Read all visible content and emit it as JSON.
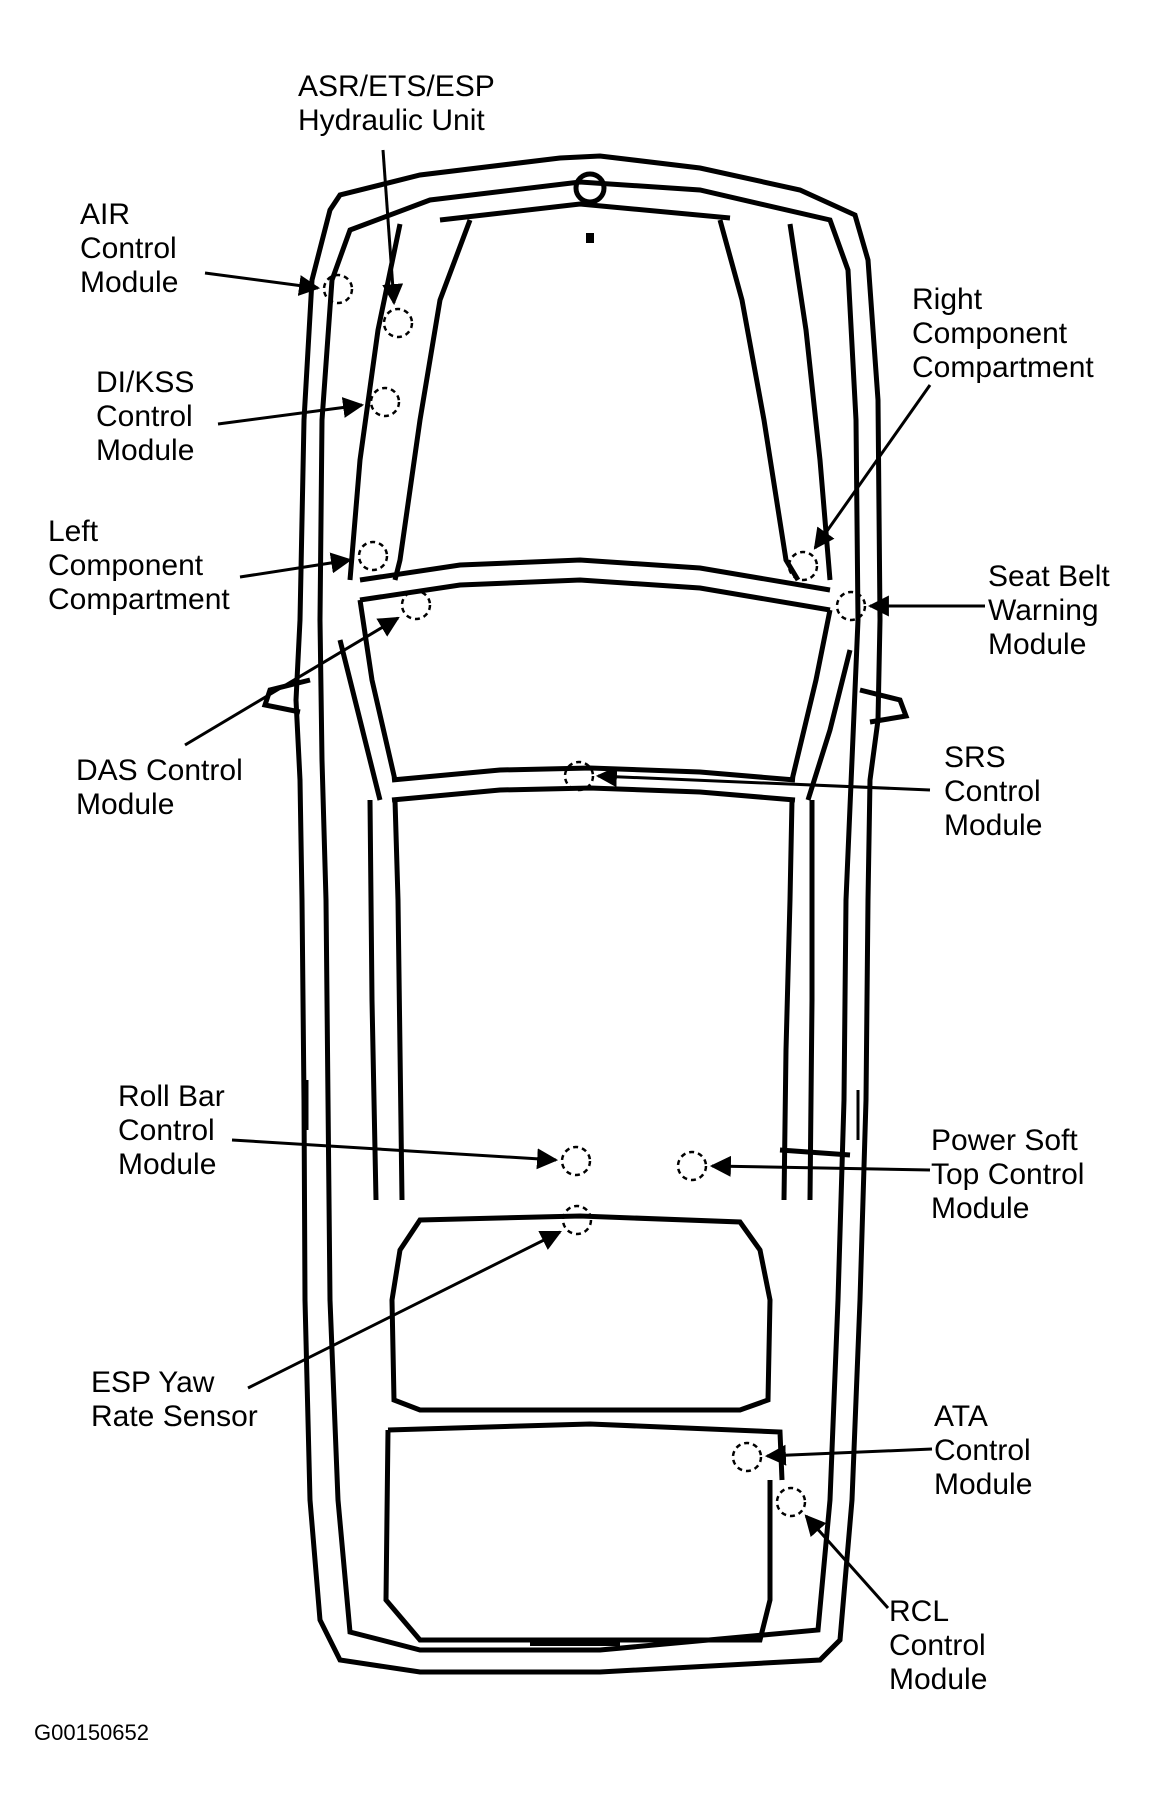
{
  "figure_id": "G00150652",
  "labels": {
    "asr_ets_esp": [
      "ASR/ETS/ESP",
      "Hydraulic Unit"
    ],
    "air_control": [
      "AIR",
      "Control",
      "Module"
    ],
    "di_kss": [
      "DI/KSS",
      "Control",
      "Module"
    ],
    "left_component": [
      "Left",
      "Component",
      "Compartment"
    ],
    "das_control": [
      "DAS Control",
      "Module"
    ],
    "right_component": [
      "Right",
      "Component",
      "Compartment"
    ],
    "seat_belt": [
      "Seat Belt",
      "Warning",
      "Module"
    ],
    "srs_control": [
      "SRS",
      "Control",
      "Module"
    ],
    "roll_bar": [
      "Roll Bar",
      "Control",
      "Module"
    ],
    "power_soft_top": [
      "Power Soft",
      "Top Control",
      "Module"
    ],
    "esp_yaw": [
      "ESP Yaw",
      "Rate Sensor"
    ],
    "ata_control": [
      "ATA",
      "Control",
      "Module"
    ],
    "rcl_control": [
      "RCL",
      "Control",
      "Module"
    ]
  }
}
